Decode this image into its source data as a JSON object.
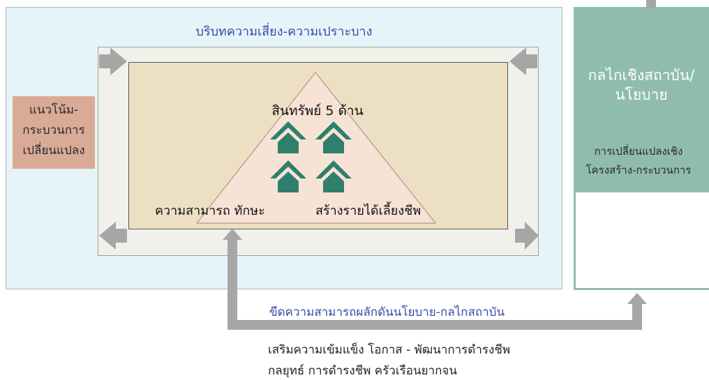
{
  "context": {
    "title": "บริบทความเสี่ยง-ความเปราะบาง"
  },
  "trends": {
    "lines": [
      "แนวโน้ม-",
      "กระบวนการ",
      "เปลี่ยนแปลง"
    ]
  },
  "institutions": {
    "title_lines": [
      "กลไกเชิงสถาบัน/",
      "นโยบาย"
    ],
    "desc_lines": [
      "การเปลี่ยนแปลงเชิง",
      "โครงสร้าง-กระบวนการ"
    ]
  },
  "assets": {
    "title": "สินทรัพย์ 5 ด้าน",
    "capability": "ความสามารถ ทักษะ",
    "livelihood": "สร้างรายได้เลี้ยงชีพ"
  },
  "capacity": {
    "label": "ขีดความสามารถผลักดันนโยบาย-กลไกสถาบัน"
  },
  "strategy": {
    "line1": "เสริมความเข้มแข็ง โอกาส - พัฒนาการดำรงชีพ",
    "line2": "กลยุทธ์ การดำรงชีพ ครัวเรือนยากจน"
  },
  "colors": {
    "context_bg": "#e6f4f9",
    "title_blue": "#3a4aa8",
    "trends_bg": "#d9ab96",
    "institutions_green": "#8fbcad",
    "assets_bg": "#ecdfc3",
    "triangle_fill": "#f7e3d6",
    "house_green": "#2f7f6c",
    "arrow_gray": "#a6a6a6"
  }
}
